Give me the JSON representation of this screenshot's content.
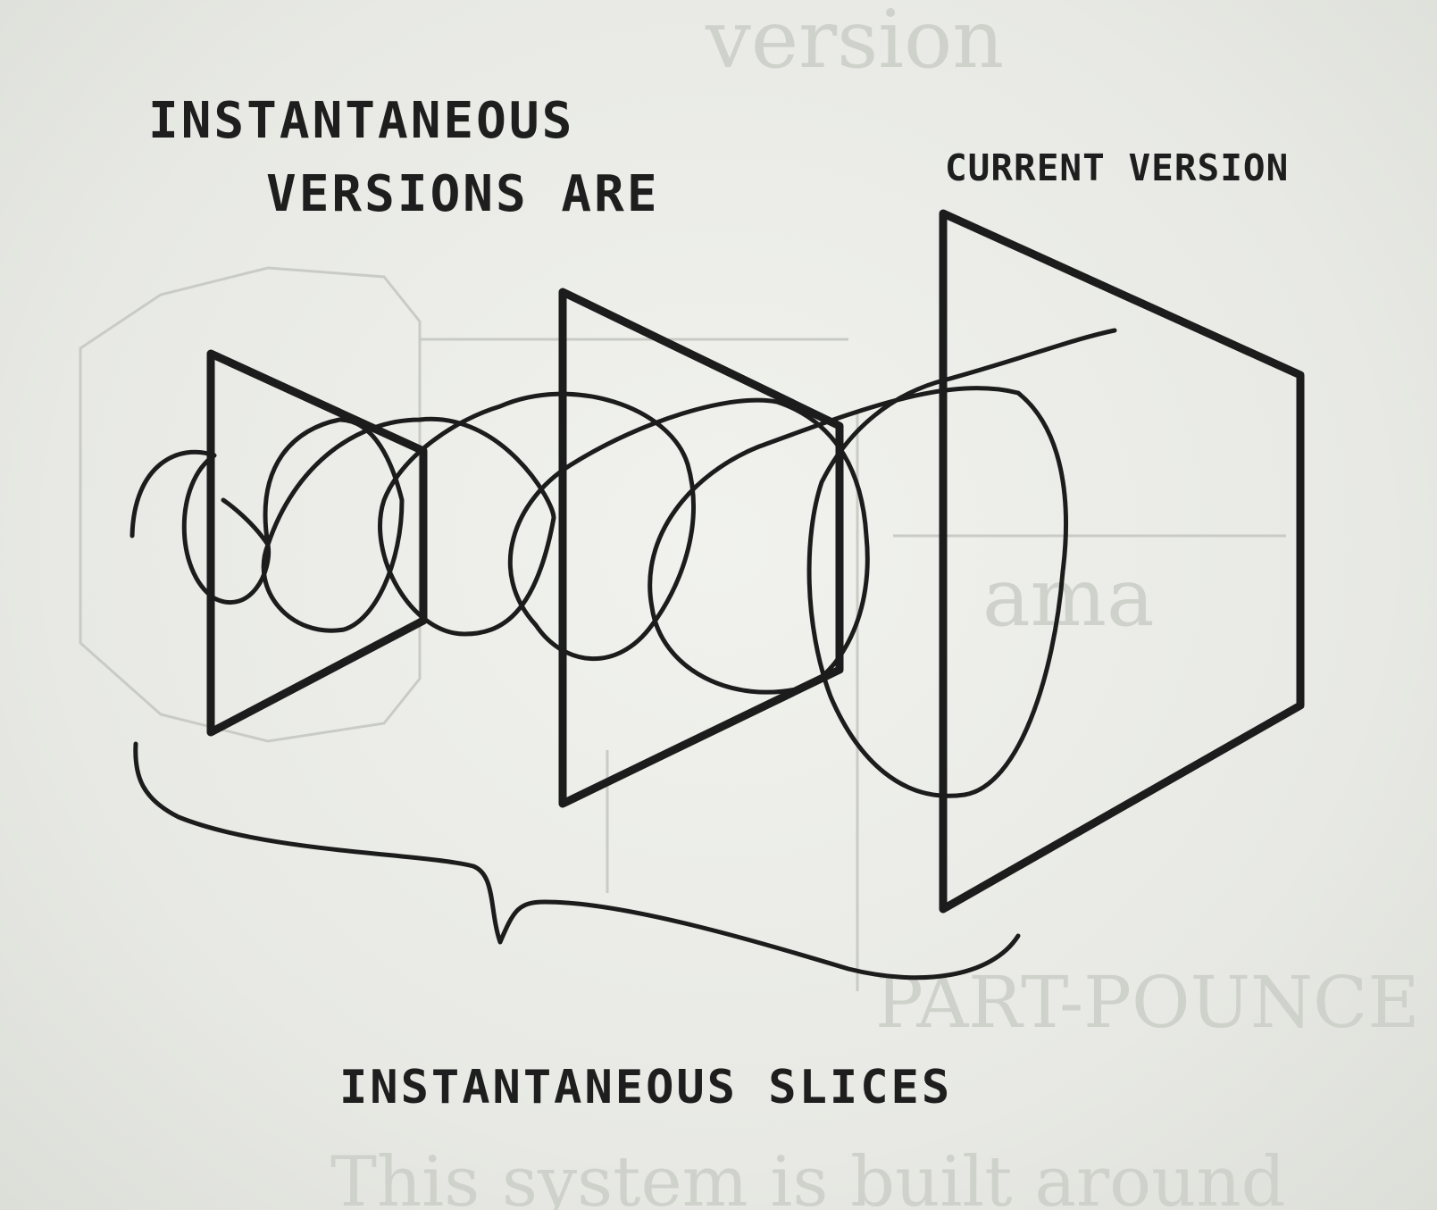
{
  "labels": {
    "title_line1": "INSTANTANEOUS",
    "title_line2": "VERSIONS ARE",
    "current_version": "CURRENT VERSION",
    "bottom_caption": "INSTANTANEOUS SLICES"
  },
  "colors": {
    "ink": "#1c1c1c",
    "paper": "#e9ebe6"
  }
}
